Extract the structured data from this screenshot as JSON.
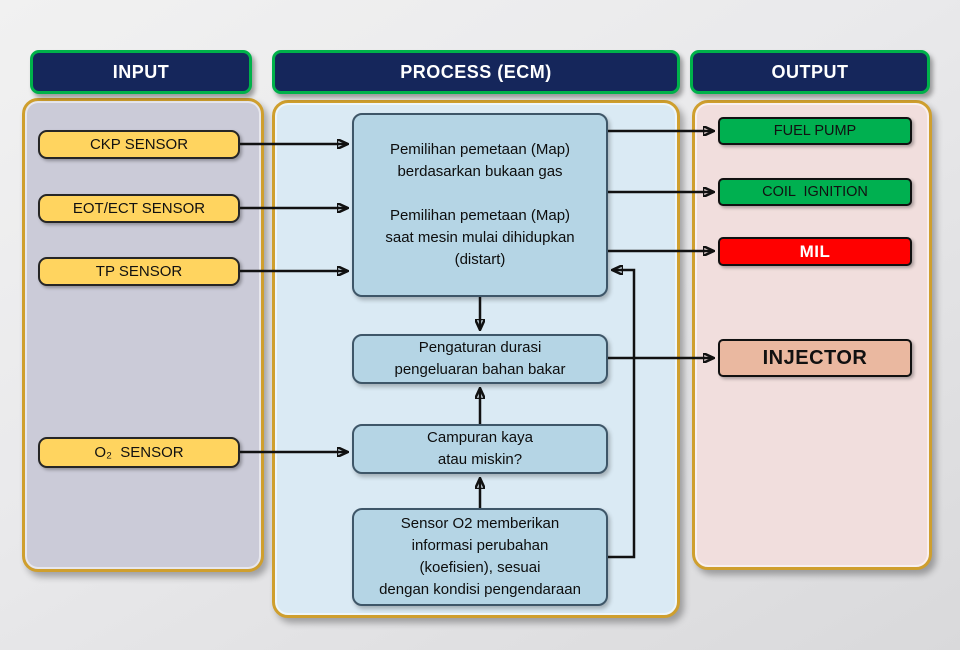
{
  "headers": {
    "input": "INPUT",
    "process": "PROCESS (ECM)",
    "output": "OUTPUT"
  },
  "input_sensors": [
    {
      "label": "CKP SENSOR"
    },
    {
      "label": "EOT/ECT SENSOR"
    },
    {
      "label": "TP SENSOR"
    },
    {
      "label": "O₂  SENSOR"
    }
  ],
  "process_boxes": {
    "map_selection": {
      "para1": [
        "Pemilihan pemetaan (Map)",
        "berdasarkan bukaan gas"
      ],
      "para2": [
        "Pemilihan pemetaan (Map)",
        "saat mesin mulai dihidupkan",
        "(distart)"
      ]
    },
    "fuel_duration": [
      "Pengaturan durasi",
      "pengeluaran bahan bakar"
    ],
    "mixture_question": [
      "Campuran kaya",
      "atau miskin?"
    ],
    "o2_feedback": [
      "Sensor O2 memberikan",
      "informasi perubahan",
      "(koefisien), sesuai",
      "dengan kondisi pengendaraan"
    ]
  },
  "outputs": [
    {
      "label": "FUEL PUMP",
      "style": "green"
    },
    {
      "label": "COIL  IGNITION",
      "style": "green"
    },
    {
      "label": "MIL",
      "style": "red"
    },
    {
      "label": "INJECTOR",
      "style": "salmon"
    }
  ],
  "colors": {
    "header_bg": "#15265b",
    "header_border": "#00b14a",
    "panel_border": "#cf9f2e",
    "input_panel_bg": "#cbcbd8",
    "process_panel_bg": "#daeaf4",
    "output_panel_bg": "#f1dedd",
    "sensor_fill": "#ffd45f",
    "sensor_border": "#262626",
    "process_box_fill": "#b5d5e5",
    "process_box_border": "#3e5668",
    "output_green": "#00b050",
    "output_red": "#ff0000",
    "output_salmon": "#eab8a0",
    "arrow_color": "#111111"
  }
}
